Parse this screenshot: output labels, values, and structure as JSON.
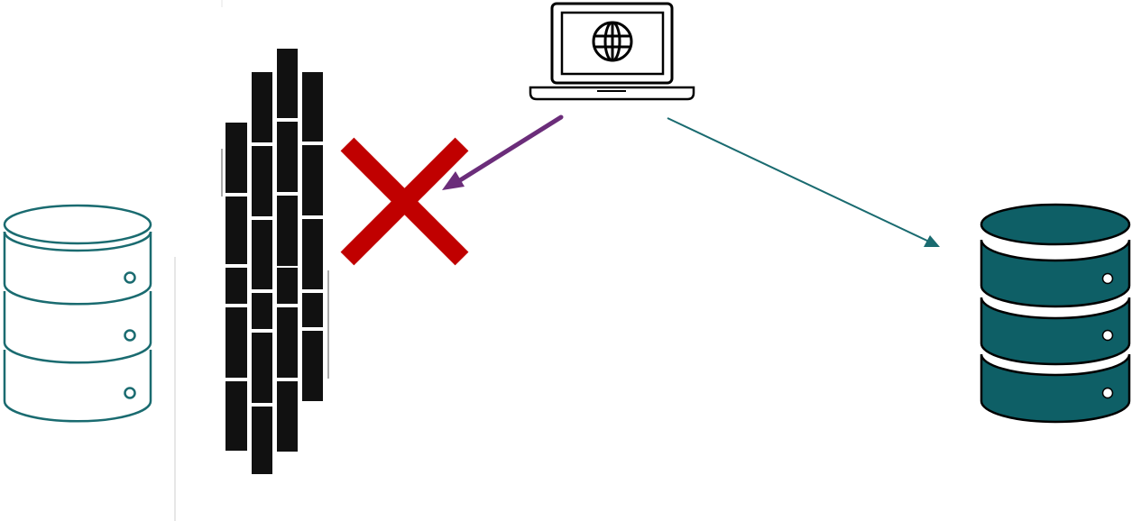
{
  "diagram": {
    "nodes": [
      {
        "id": "internal-database",
        "icon": "database-outline-icon",
        "color": "#1a6b70"
      },
      {
        "id": "firewall",
        "icon": "brick-wall-icon",
        "color": "#111111"
      },
      {
        "id": "client-laptop",
        "icon": "laptop-globe-icon",
        "color": "#000000"
      },
      {
        "id": "external-database",
        "icon": "database-filled-icon",
        "color": "#0e5f66"
      }
    ],
    "connections": [
      {
        "from": "client-laptop",
        "to": "firewall",
        "status": "blocked",
        "color": "#6b2d7a",
        "marker": "cross-icon",
        "marker_color": "#c00000"
      },
      {
        "from": "client-laptop",
        "to": "external-database",
        "status": "allowed",
        "color": "#1a6b70"
      }
    ]
  }
}
